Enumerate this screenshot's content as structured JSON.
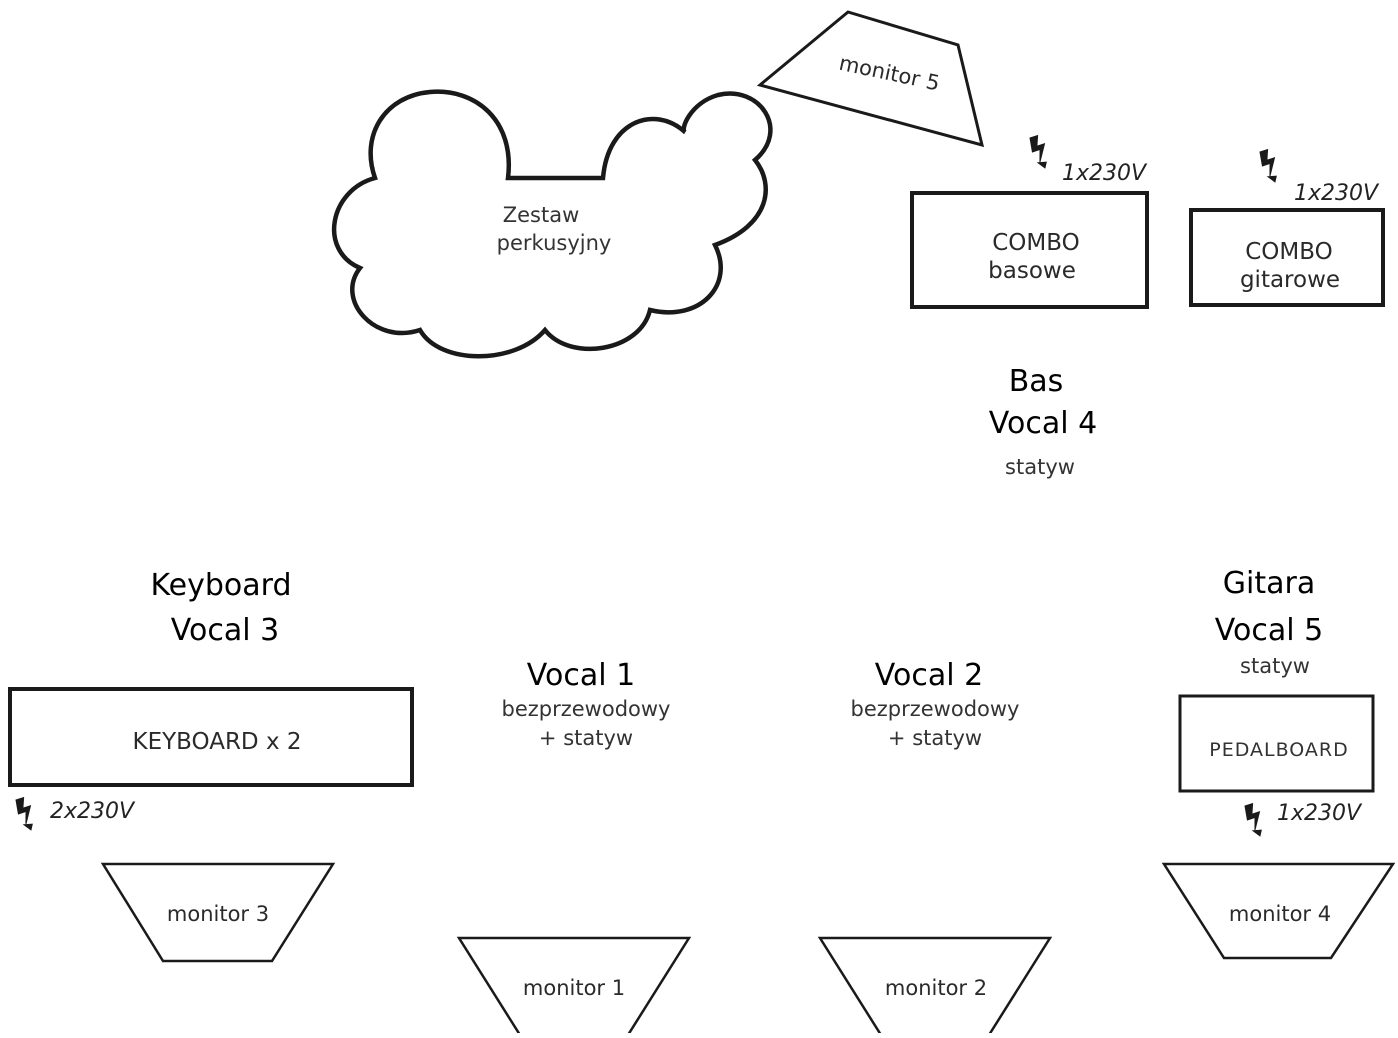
{
  "drums": {
    "line1": "Zestaw",
    "line2": "perkusyjny"
  },
  "monitors": {
    "m1": "monitor 1",
    "m2": "monitor 2",
    "m3": "monitor 3",
    "m4": "monitor 4",
    "m5": "monitor 5"
  },
  "amps": {
    "bass": {
      "line1": "COMBO",
      "line2": "basowe",
      "power": "1x230V"
    },
    "guitar": {
      "line1": "COMBO",
      "line2": "gitarowe",
      "power": "1x230V"
    }
  },
  "bass_position": {
    "instrument": "Bas",
    "vocal": "Vocal 4",
    "note": "statyw"
  },
  "keyboard_position": {
    "instrument": "Keyboard",
    "vocal": "Vocal 3",
    "box": "KEYBOARD x 2",
    "power": "2x230V"
  },
  "vocal1": {
    "vocal": "Vocal 1",
    "line1": "bezprzewodowy",
    "line2": "+ statyw"
  },
  "vocal2": {
    "vocal": "Vocal 2",
    "line1": "bezprzewodowy",
    "line2": "+ statyw"
  },
  "guitar_position": {
    "instrument": "Gitara",
    "vocal": "Vocal 5",
    "note": "statyw",
    "box": "PEDALBOARD",
    "power": "1x230V"
  },
  "colors": {
    "stroke": "#1a1a1a",
    "background": "#ffffff"
  },
  "icons": {
    "power": "lightning-bolt-icon"
  }
}
